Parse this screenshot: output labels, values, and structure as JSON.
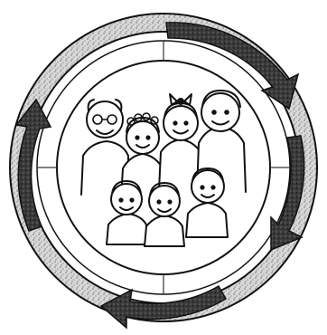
{
  "illustration": {
    "subject": "family-cycle",
    "people_count": 7,
    "arrows_count": 4,
    "colors": {
      "ink": "#111111",
      "shade_dark": "#1f1f1f",
      "shade_mid": "#6f6f6f",
      "shade_light": "#bdbdbd",
      "paper": "#ffffff"
    }
  }
}
